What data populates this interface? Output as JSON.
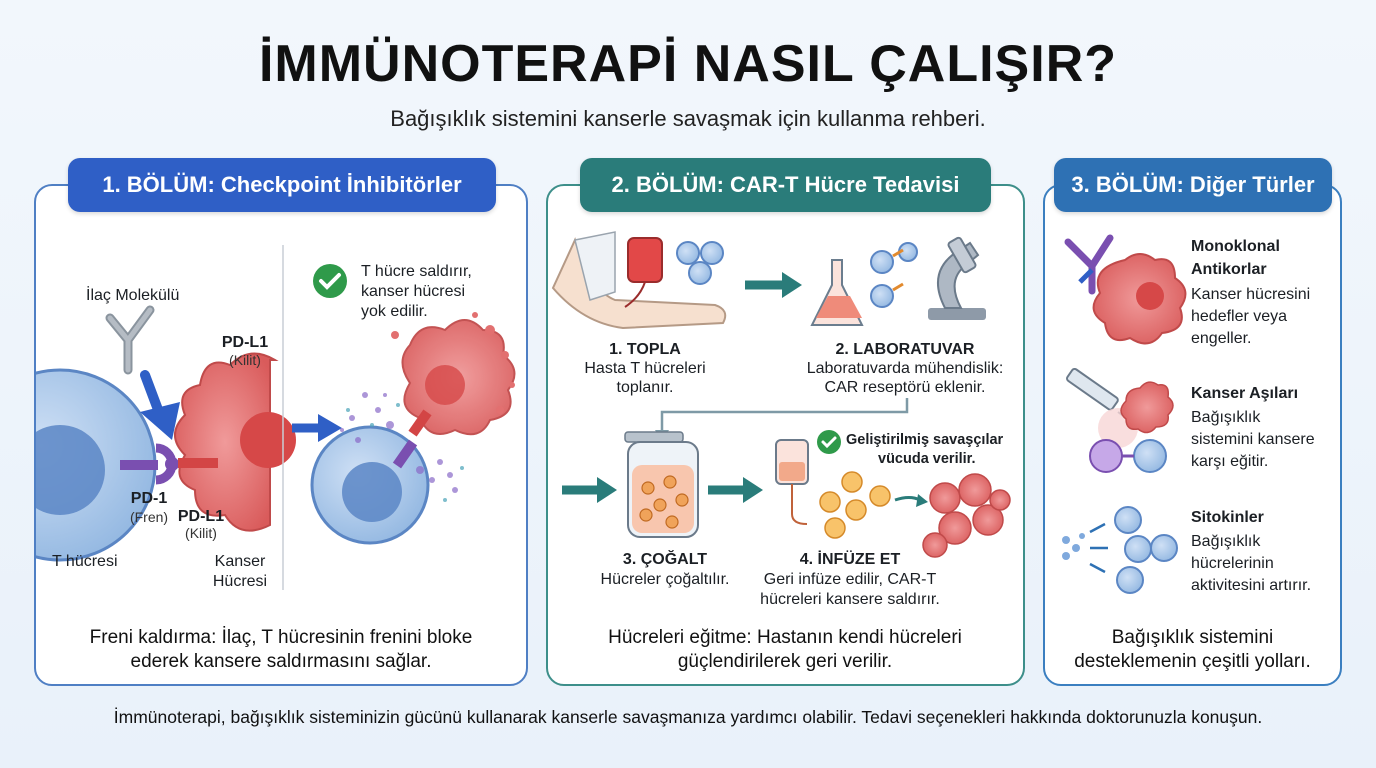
{
  "header": {
    "title": "İMMÜNOTERAPİ NASIL ÇALIŞIR?",
    "subtitle": "Bağışıklık sistemini kanserle savaşmak için kullanma rehberi."
  },
  "section1": {
    "pill": "1. BÖLÜM: Checkpoint İnhibitörler",
    "drug_label": "İlaç Molekülü",
    "pdl1_top": "PD-L1",
    "pdl1_top_sub": "(Kilit)",
    "pd1": "PD-1",
    "pd1_sub": "(Fren)",
    "pdl1_bottom": "PD-L1",
    "pdl1_bottom_sub": "(Kilit)",
    "t_cell": "T hücresi",
    "cancer_cell_1": "Kanser",
    "cancer_cell_2": "Hücresi",
    "result_1": "T hücre saldırır,",
    "result_2": "kanser hücresi",
    "result_3": "yok edilir.",
    "footer_1": "Freni kaldırma: İlaç, T hücresinin frenini bloke",
    "footer_2": "ederek kansere saldırmasını sağlar."
  },
  "section2": {
    "pill": "2. BÖLÜM: CAR-T Hücre Tedavisi",
    "step1_title": "1. TOPLA",
    "step1_1": "Hasta T hücreleri",
    "step1_2": "toplanır.",
    "step2_title": "2. LABORATUVAR",
    "step2_1": "Laboratuvarda mühendislik:",
    "step2_2": "CAR reseptörü eklenir.",
    "step3_title": "3. ÇOĞALT",
    "step3_1": "Hücreler çoğaltılır.",
    "step4_title": "4. İNFÜZE ET",
    "step4_1": "Geri infüze edilir, CAR-T",
    "step4_2": "hücreleri kansere saldırır.",
    "callout_1": "Geliştirilmiş savaşçılar",
    "callout_2": "vücuda verilir.",
    "footer_1": "Hücreleri eğitme: Hastanın kendi hücreleri",
    "footer_2": "güçlendirilerek geri verilir."
  },
  "section3": {
    "pill": "3. BÖLÜM: Diğer Türler",
    "item1_title_1": "Monoklonal",
    "item1_title_2": "Antikorlar",
    "item1_1": "Kanser hücresini",
    "item1_2": "hedefler veya",
    "item1_3": "engeller.",
    "item2_title": "Kanser Aşıları",
    "item2_1": "Bağışıklık",
    "item2_2": "sistemini kansere",
    "item2_3": "karşı eğitir.",
    "item3_title": "Sitokinler",
    "item3_1": "Bağışıklık",
    "item3_2": "hücrelerinin",
    "item3_3": "aktivitesini artırır.",
    "footer_1": "Bağışıklık sistemini",
    "footer_2": "desteklemenin çeşitli yolları."
  },
  "bottom_note": "İmmünoterapi, bağışıklık sisteminizin gücünü kullanarak kanserle savaşmanıza yardımcı olabilir. Tedavi seçenekleri hakkında doktorunuzla konuşun.",
  "colors": {
    "section1": "#2f5fc6",
    "section2": "#2a7c7a",
    "section3": "#2e71b4",
    "cancer": "#e26a6a",
    "t_cell": "#7fa9dd",
    "check": "#2f9a4a"
  }
}
